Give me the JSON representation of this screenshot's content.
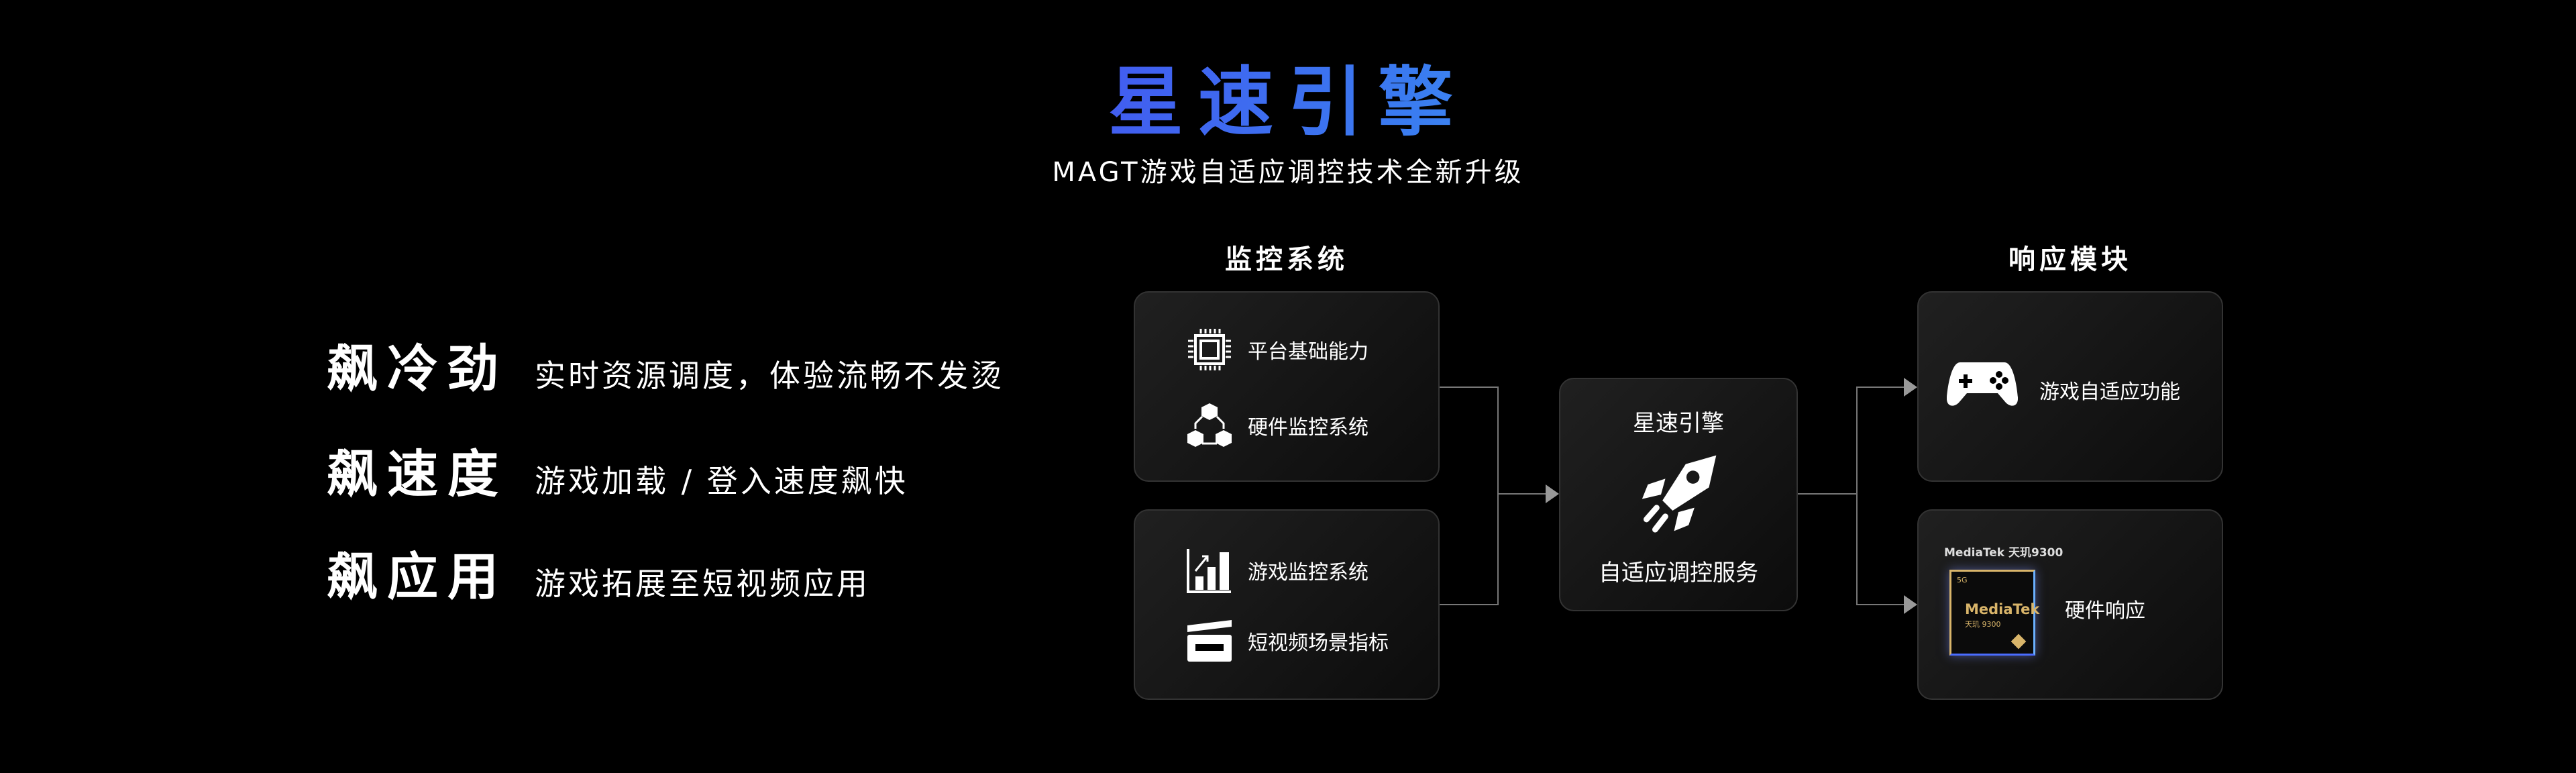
{
  "title": "星速引擎",
  "subtitle": "MAGT游戏自适应调控技术全新升级",
  "features": [
    {
      "heading": "飙冷劲",
      "desc": "实时资源调度，体验流畅不发烫"
    },
    {
      "heading": "飙速度",
      "desc": "游戏加载 / 登入速度飙快"
    },
    {
      "heading": "飙应用",
      "desc": "游戏拓展至短视频应用"
    }
  ],
  "monitor": {
    "heading": "监控系统",
    "box1": [
      "平台基础能力",
      "硬件监控系统"
    ],
    "box2": [
      "游戏监控系统",
      "短视频场景指标"
    ]
  },
  "engine": {
    "title": "星速引擎",
    "label": "自适应调控服务"
  },
  "response": {
    "heading": "响应模块",
    "game": "游戏自适应功能",
    "hardware": "硬件响应",
    "chip_brand": "MediaTek 天玑9300",
    "chip_tag": "5G",
    "chip_name": "MediaTek",
    "chip_model": "天玑 9300"
  },
  "colors": {
    "title_start": "#4a3cf0",
    "title_end": "#4fb8ff",
    "chip_gold": "#d9b56a",
    "chip_blue": "#4a6cff"
  }
}
